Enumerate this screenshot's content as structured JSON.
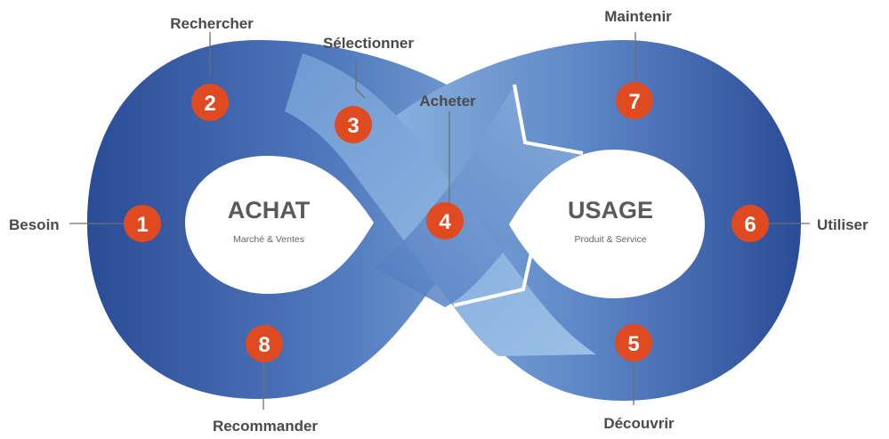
{
  "colors": {
    "loop_dark": "#2b4b96",
    "loop_mid": "#5a86c8",
    "loop_light": "#8fb6e0",
    "marker": "#e04a20",
    "label_text": "#4a4a4a"
  },
  "hubs": {
    "achat": {
      "title": "ACHAT",
      "subtitle": "Marché & Ventes"
    },
    "usage": {
      "title": "USAGE",
      "subtitle": "Produit & Service"
    }
  },
  "steps": [
    {
      "number": "1",
      "label": "Besoin"
    },
    {
      "number": "2",
      "label": "Rechercher"
    },
    {
      "number": "3",
      "label": "Sélectionner"
    },
    {
      "number": "4",
      "label": "Acheter"
    },
    {
      "number": "5",
      "label": "Découvrir"
    },
    {
      "number": "6",
      "label": "Utiliser"
    },
    {
      "number": "7",
      "label": "Maintenir"
    },
    {
      "number": "8",
      "label": "Recommander"
    }
  ]
}
